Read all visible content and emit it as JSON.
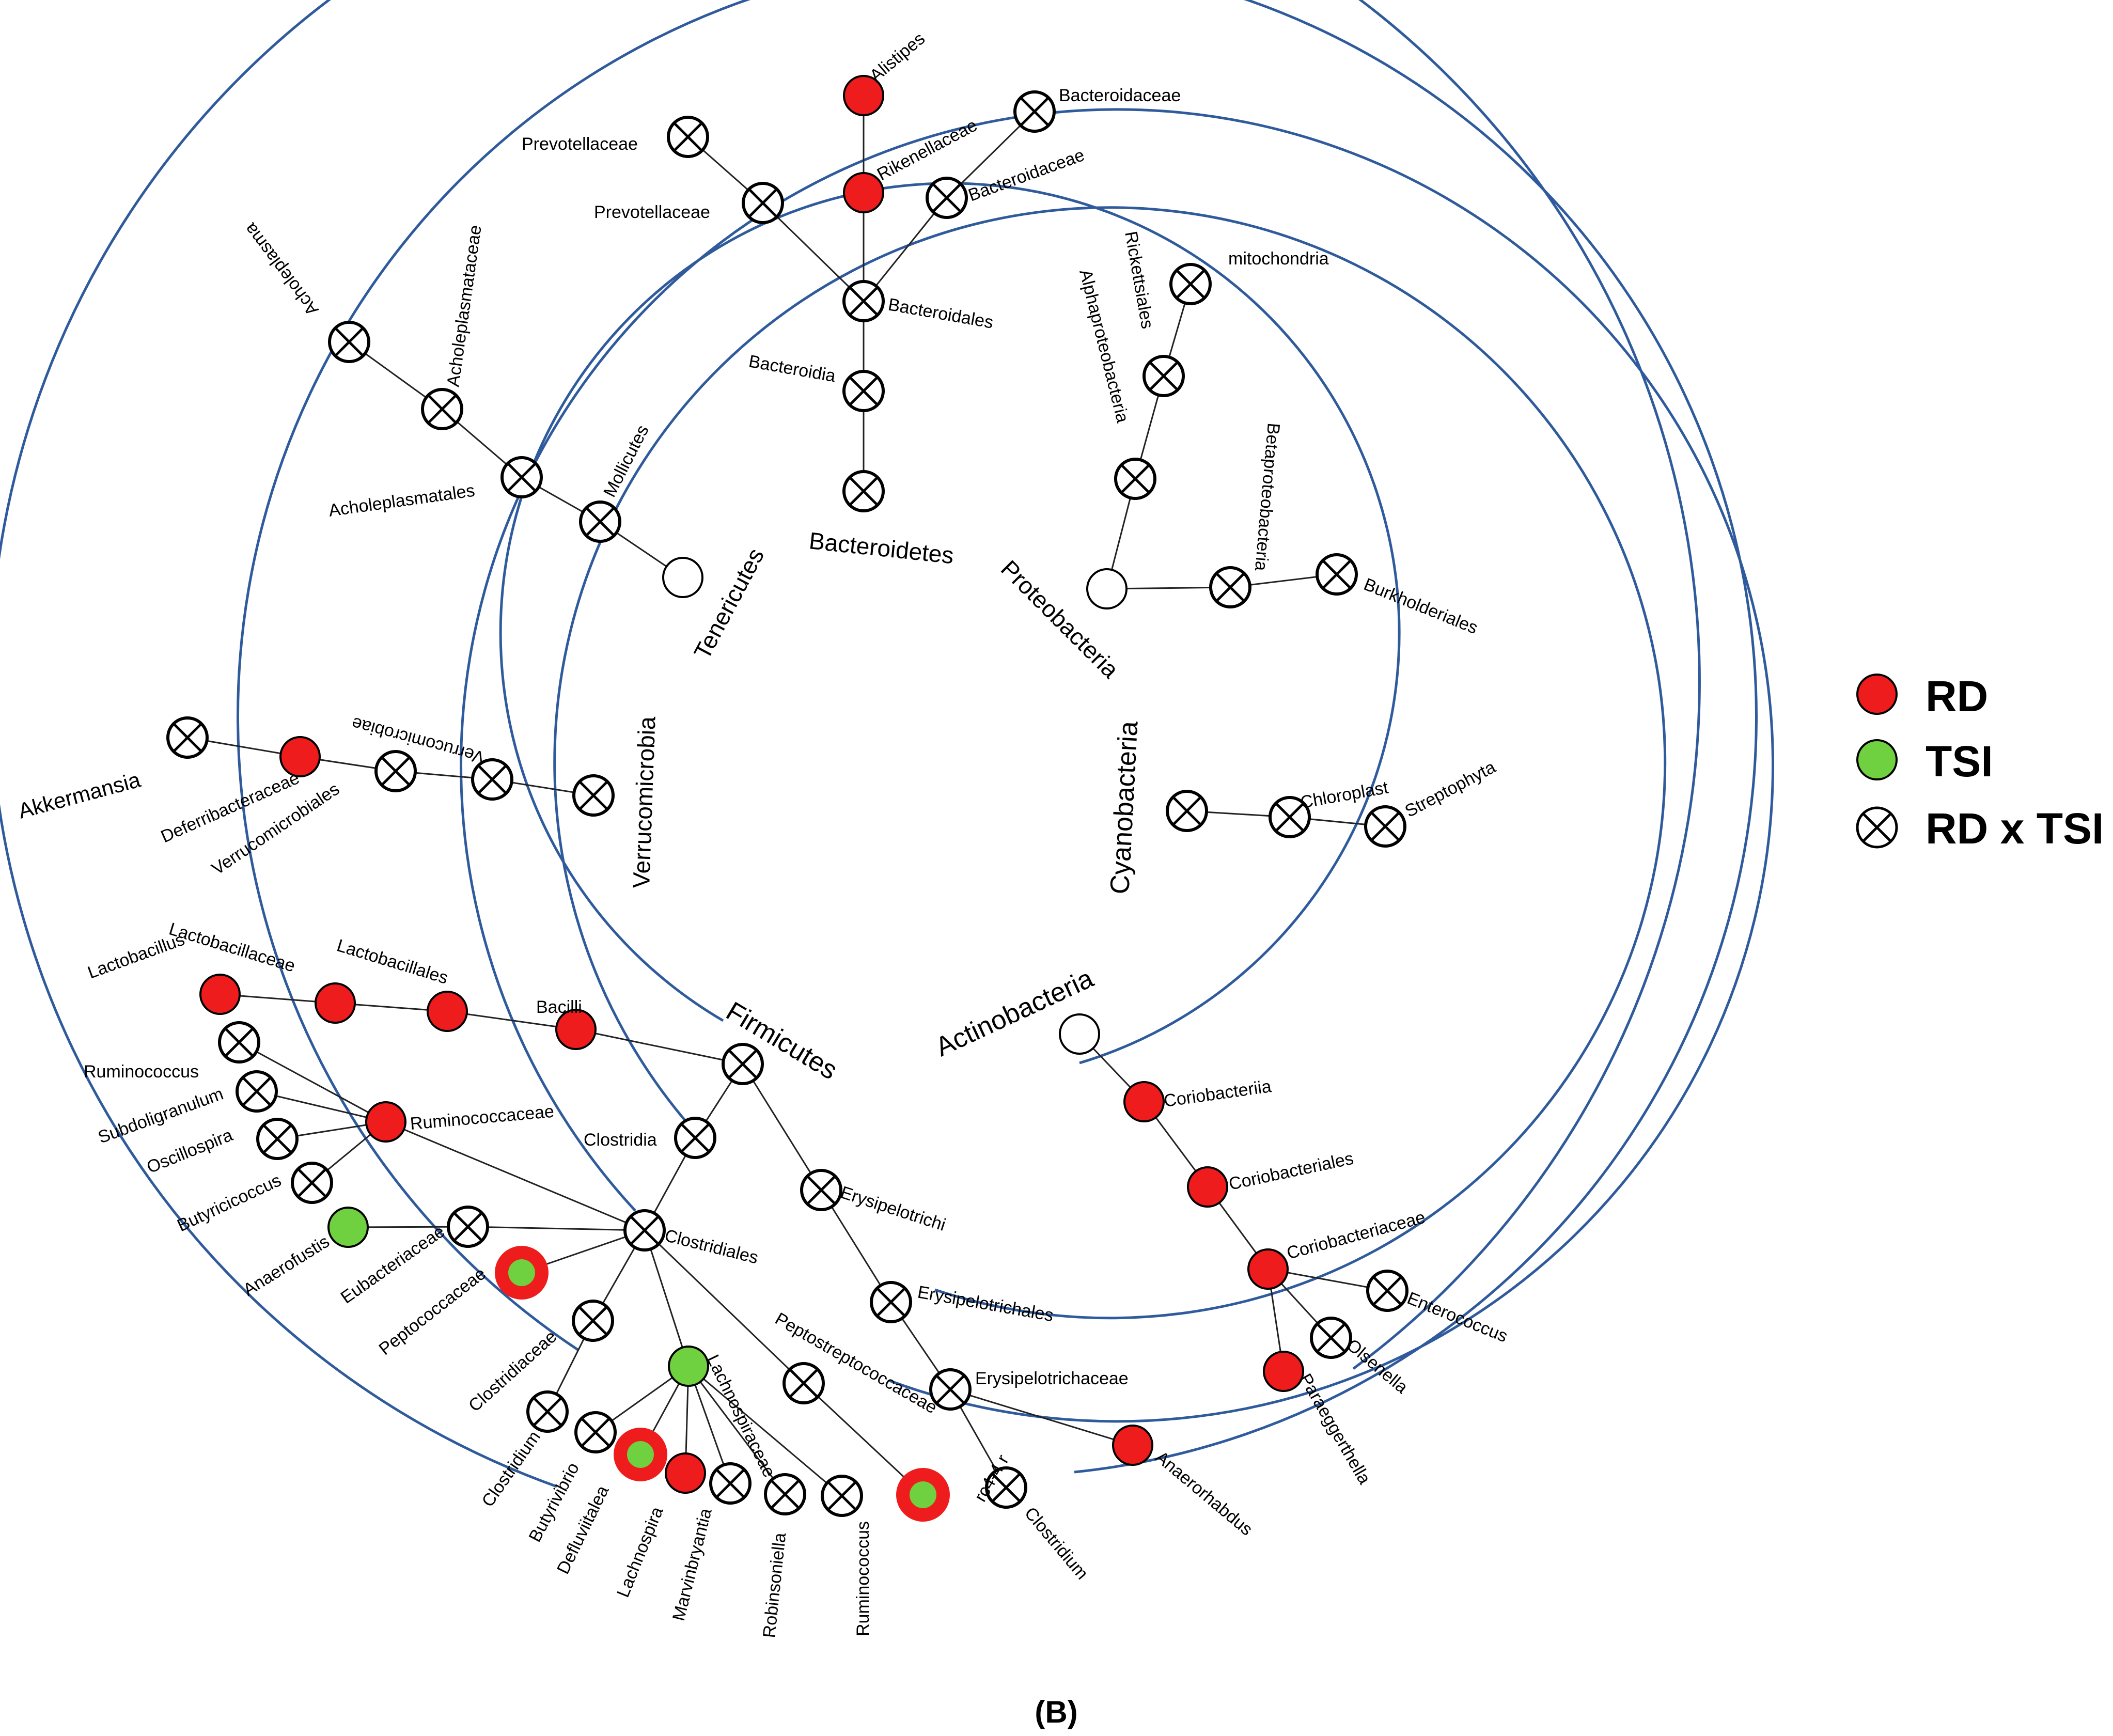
{
  "colors": {
    "ring": "#2f5b9c",
    "edge": "#222222",
    "rd": "#ee1c1c",
    "tsi": "#6fd13f",
    "interaction_fill": "#ffffff",
    "outline": "#000000"
  },
  "legend": [
    {
      "key": "rd",
      "label": "RD"
    },
    {
      "key": "tsi",
      "label": "TSI"
    },
    {
      "key": "both",
      "label": "RD x TSI"
    }
  ],
  "panel_label": "(B)",
  "nodes": [
    {
      "id": "firmicutes",
      "type": "both",
      "label": "Firmicutes"
    },
    {
      "id": "actinobacteria",
      "type": "none",
      "label": "Actinobacteria"
    },
    {
      "id": "cyanobacteria",
      "type": "both",
      "label": "Cyanobacteria"
    },
    {
      "id": "proteobacteria",
      "type": "none",
      "label": "Proteobacteria"
    },
    {
      "id": "bacteroidetes",
      "type": "both",
      "label": "Bacteroidetes"
    },
    {
      "id": "tenericutes",
      "type": "none",
      "label": "Tenericutes"
    },
    {
      "id": "verrucomicrobia",
      "type": "both",
      "label": "Verrucomicrobia"
    },
    {
      "id": "bacteroidia",
      "type": "both",
      "label": "Bacteroidia"
    },
    {
      "id": "mollicutes",
      "type": "both",
      "label": "Mollicutes"
    },
    {
      "id": "verrucomicrobiae",
      "type": "both",
      "label": "Verrucomicrobiae"
    },
    {
      "id": "bacilli",
      "type": "rd",
      "label": "Bacilli"
    },
    {
      "id": "clostridia",
      "type": "both",
      "label": "Clostridia"
    },
    {
      "id": "erysipelotrichi",
      "type": "both",
      "label": "Erysipelotrichi"
    },
    {
      "id": "coriobacteriia",
      "type": "rd",
      "label": "Coriobacteriia"
    },
    {
      "id": "chloroplast",
      "type": "both",
      "label": "Chloroplast"
    },
    {
      "id": "alphaproteobacteria",
      "type": "both",
      "label": "Alphaproteobacteria"
    },
    {
      "id": "betaproteobacteria",
      "type": "both",
      "label": "Betaproteobacteria"
    },
    {
      "id": "bacteroidales",
      "type": "both",
      "label": "Bacteroidales"
    },
    {
      "id": "acholeplasmatales",
      "type": "both",
      "label": "Acholeplasmatales"
    },
    {
      "id": "verrucomicrobiales",
      "type": "both",
      "label": "Verrucomicrobiales"
    },
    {
      "id": "lactobacillales",
      "type": "rd",
      "label": "Lactobacillales"
    },
    {
      "id": "clostridiales",
      "type": "both",
      "label": "Clostridiales"
    },
    {
      "id": "erysipelotrichales",
      "type": "both",
      "label": "Erysipelotrichales"
    },
    {
      "id": "coriobacteriales",
      "type": "rd",
      "label": "Coriobacteriales"
    },
    {
      "id": "streptophyta",
      "type": "both",
      "label": "Streptophyta"
    },
    {
      "id": "rickettsiales",
      "type": "both",
      "label": "Rickettsiales"
    },
    {
      "id": "burkholderiales",
      "type": "both",
      "label": "Burkholderiales"
    },
    {
      "id": "prevotellaceae_f",
      "type": "both",
      "label": "Prevotellaceae"
    },
    {
      "id": "rikenellaceae",
      "type": "rd",
      "label": "Rikenellaceae"
    },
    {
      "id": "bacteroidaceae_f",
      "type": "both",
      "label": "Bacteroidaceae"
    },
    {
      "id": "acholeplasmataceae",
      "type": "both",
      "label": "Acholeplasmataceae"
    },
    {
      "id": "deferribacteraceae",
      "type": "rd",
      "label": "Deferribacteraceae"
    },
    {
      "id": "lactobacillaceae",
      "type": "rd",
      "label": "Lactobacillaceae"
    },
    {
      "id": "ruminococcaceae",
      "type": "rd",
      "label": "Ruminococcaceae"
    },
    {
      "id": "eubacteriaceae",
      "type": "both",
      "label": "Eubacteriaceae"
    },
    {
      "id": "peptococcaceae",
      "type": "rd_tsi",
      "label": "Peptococcaceae"
    },
    {
      "id": "clostridiaceae",
      "type": "both",
      "label": "Clostridiaceae"
    },
    {
      "id": "lachnospiraceae",
      "type": "tsi",
      "label": "Lachnospiraceae"
    },
    {
      "id": "peptostreptococcaceae",
      "type": "both",
      "label": "Peptostreptococcaceae"
    },
    {
      "id": "erysipelotrichaceae",
      "type": "both",
      "label": "Erysipelotrichaceae"
    },
    {
      "id": "coriobacteriaceae",
      "type": "rd",
      "label": "Coriobacteriaceae"
    },
    {
      "id": "mitochondria",
      "type": "both",
      "label": "mitochondria"
    },
    {
      "id": "alistipes",
      "type": "rd",
      "label": "Alistipes"
    },
    {
      "id": "prevotellaceae_g",
      "type": "both",
      "label": "Prevotellaceae"
    },
    {
      "id": "bacteroidaceae_g",
      "type": "both",
      "label": "Bacteroidaceae"
    },
    {
      "id": "acholeplasma",
      "type": "both",
      "label": "Acholeplasma"
    },
    {
      "id": "akkermansia",
      "type": "both",
      "label": "Akkermansia"
    },
    {
      "id": "lactobacillus",
      "type": "rd",
      "label": "Lactobacillus"
    },
    {
      "id": "ruminococcus_1",
      "type": "both",
      "label": "Ruminococcus"
    },
    {
      "id": "subdoligranulum",
      "type": "both",
      "label": "Subdoligranulum"
    },
    {
      "id": "oscillospira",
      "type": "both",
      "label": "Oscillospira"
    },
    {
      "id": "butyricicoccus",
      "type": "both",
      "label": "Butyricicoccus"
    },
    {
      "id": "anaerofustis",
      "type": "tsi",
      "label": "Anaerofustis"
    },
    {
      "id": "clostridium_1",
      "type": "both",
      "label": "Clostridium"
    },
    {
      "id": "butyrivibrio",
      "type": "both",
      "label": "Butyrivibrio"
    },
    {
      "id": "defluviitalea",
      "type": "rd_tsi",
      "label": "Defluviitalea"
    },
    {
      "id": "lachnospira",
      "type": "rd",
      "label": "Lachnospira"
    },
    {
      "id": "marvinbryantia",
      "type": "both",
      "label": "Marvinbryantia"
    },
    {
      "id": "robinsoniella",
      "type": "both",
      "label": "Robinsoniella"
    },
    {
      "id": "ruminococcus_2",
      "type": "both",
      "label": "Ruminococcus"
    },
    {
      "id": "rc4_4",
      "type": "rd_tsi",
      "label": "rc4-4 r"
    },
    {
      "id": "clostridium_2",
      "type": "both",
      "label": "Clostridium"
    },
    {
      "id": "anaerorhabdus",
      "type": "rd",
      "label": "Anaerorhabdus"
    },
    {
      "id": "paraeggerthella",
      "type": "rd",
      "label": "Paraeggerthella"
    },
    {
      "id": "olsenella",
      "type": "both",
      "label": "Olsenella"
    },
    {
      "id": "enterococcus",
      "type": "both",
      "label": "Enterococcus"
    }
  ]
}
